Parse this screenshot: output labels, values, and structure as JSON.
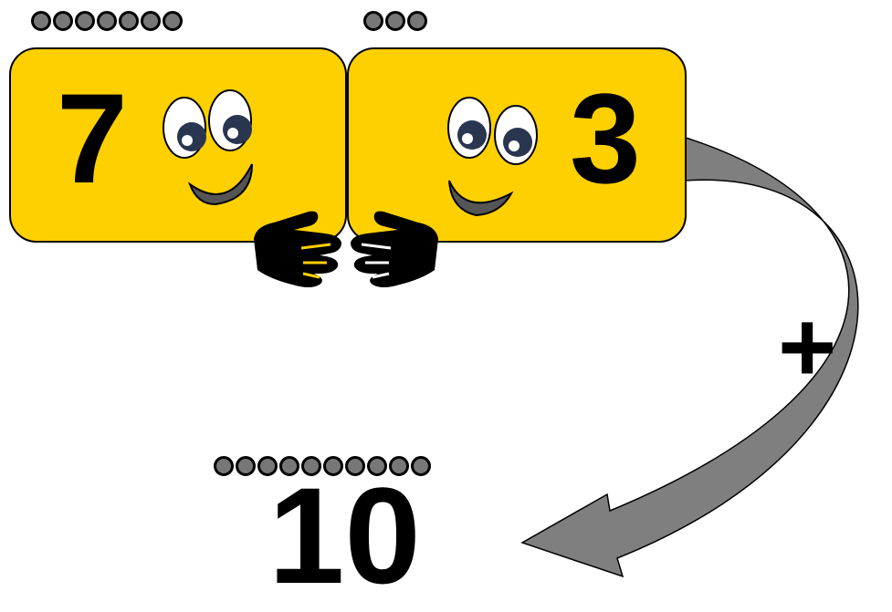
{
  "left_card": {
    "number": "7",
    "dot_count": 7
  },
  "right_card": {
    "number": "3",
    "dot_count": 3
  },
  "operation": {
    "symbol": "+"
  },
  "result": {
    "number": "10",
    "dot_count": 10
  },
  "colors": {
    "card": "#FFD000",
    "dot": "#777777",
    "arrow": "#7f7f7f",
    "outline": "#000000"
  }
}
